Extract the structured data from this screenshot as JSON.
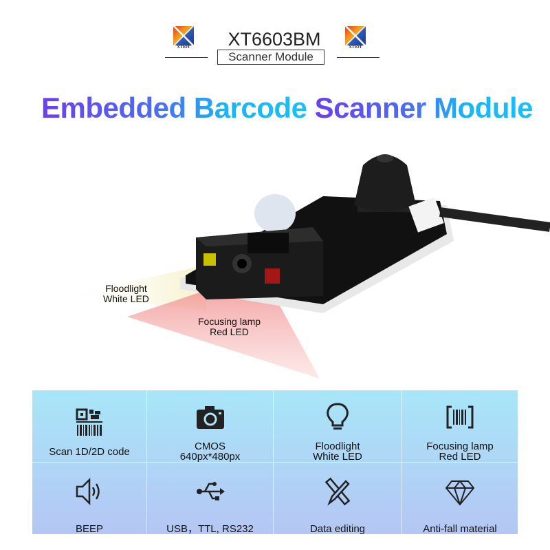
{
  "header": {
    "brand": "XTIOT",
    "model": "XT6603BM",
    "subtitle": "Scanner Module"
  },
  "title": {
    "part1": "Embedded Barcode",
    "part2": "Scanner Module"
  },
  "callouts": {
    "floodlight": [
      "Floodlight",
      "White LED"
    ],
    "focusing": [
      "Focusing lamp",
      "Red LED"
    ]
  },
  "features": [
    {
      "icon": "qr-barcode-icon",
      "lines": [
        "Scan 1D/2D code"
      ]
    },
    {
      "icon": "camera-icon",
      "lines": [
        "CMOS",
        "640px*480px"
      ]
    },
    {
      "icon": "lightbulb-icon",
      "lines": [
        "Floodlight",
        "White LED"
      ]
    },
    {
      "icon": "barcode-scan-icon",
      "lines": [
        "Focusing lamp",
        "Red LED"
      ]
    },
    {
      "icon": "speaker-icon",
      "lines": [
        "BEEP"
      ]
    },
    {
      "icon": "usb-icon",
      "lines": [
        "USB，TTL, RS232"
      ]
    },
    {
      "icon": "ruler-pencil-icon",
      "lines": [
        "Data editing"
      ]
    },
    {
      "icon": "diamond-icon",
      "lines": [
        "Anti-fall material"
      ]
    }
  ]
}
